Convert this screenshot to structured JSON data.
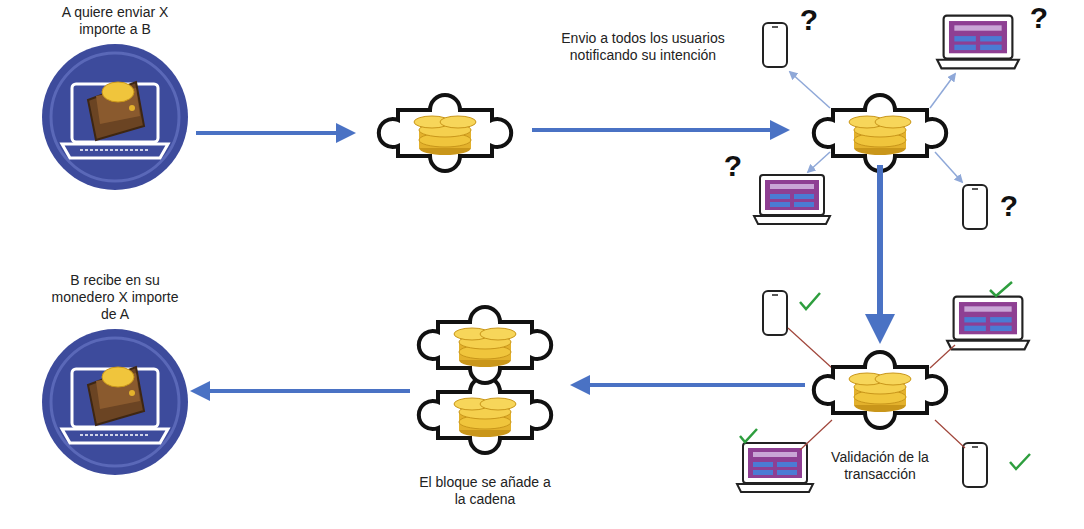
{
  "diagram": {
    "nodes": [
      {
        "text": [
          "A quiere enviar X importe a B"
        ]
      },
      {
        "text": [
          "Validación de la transacción"
        ]
      },
      {
        "text": [
          "El bloque se añade a la cadena"
        ]
      },
      {
        "text": [
          "B recibe en su monedero X importe de A"
        ]
      }
    ],
    "edges": [
      {
        "from": 1,
        "to": 2,
        "arrow": "to"
      },
      {
        "from": 2,
        "to": 3,
        "arrow": "to"
      }
    ],
    "labels": [
      "Envio a todos los usuarios notificando su intención",
      "?",
      "?",
      "?",
      "?"
    ]
  }
}
